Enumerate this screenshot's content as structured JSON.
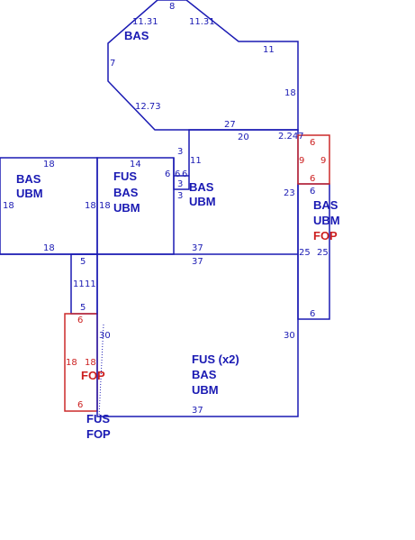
{
  "areas": [
    {
      "name": "top-octagon",
      "lines": [
        "BAS"
      ]
    },
    {
      "name": "left-square",
      "lines": [
        "BAS",
        "UBM"
      ]
    },
    {
      "name": "fus-middle",
      "lines": [
        "FUS",
        "BAS",
        "UBM"
      ]
    },
    {
      "name": "upper-right",
      "lines": [
        "BAS",
        "UBM"
      ]
    },
    {
      "name": "right-strip",
      "lines": [
        "BAS",
        "UBM",
        "FOP"
      ]
    },
    {
      "name": "small-red-left",
      "lines": [
        "FOP"
      ]
    },
    {
      "name": "main-lower",
      "lines": [
        "FUS (x2)",
        "BAS",
        "UBM"
      ]
    },
    {
      "name": "bottom-left",
      "lines": [
        "FUS",
        "FOP"
      ]
    }
  ],
  "dimensions": [
    {
      "text": "8",
      "color": "blue"
    },
    {
      "text": "11.31",
      "color": "blue"
    },
    {
      "text": "11.31",
      "color": "blue"
    },
    {
      "text": "11",
      "color": "blue"
    },
    {
      "text": "7",
      "color": "blue"
    },
    {
      "text": "18",
      "color": "blue"
    },
    {
      "text": "12.73",
      "color": "blue"
    },
    {
      "text": "27",
      "color": "blue"
    },
    {
      "text": "20",
      "color": "blue"
    },
    {
      "text": "2.247",
      "color": "blue"
    },
    {
      "text": "6",
      "color": "red"
    },
    {
      "text": "9",
      "color": "red"
    },
    {
      "text": "9",
      "color": "red"
    },
    {
      "text": "6",
      "color": "red"
    },
    {
      "text": "18",
      "color": "blue"
    },
    {
      "text": "14",
      "color": "blue"
    },
    {
      "text": "3",
      "color": "blue"
    },
    {
      "text": "11",
      "color": "blue"
    },
    {
      "text": "6",
      "color": "blue"
    },
    {
      "text": "6",
      "color": "blue"
    },
    {
      "text": "6",
      "color": "blue"
    },
    {
      "text": "3",
      "color": "blue"
    },
    {
      "text": "3",
      "color": "blue"
    },
    {
      "text": "23",
      "color": "blue"
    },
    {
      "text": "6",
      "color": "blue"
    },
    {
      "text": "18",
      "color": "blue"
    },
    {
      "text": "18",
      "color": "blue"
    },
    {
      "text": "18",
      "color": "blue"
    },
    {
      "text": "18",
      "color": "blue"
    },
    {
      "text": "37",
      "color": "blue"
    },
    {
      "text": "37",
      "color": "blue"
    },
    {
      "text": "25",
      "color": "blue"
    },
    {
      "text": "25",
      "color": "blue"
    },
    {
      "text": "5",
      "color": "blue"
    },
    {
      "text": "11",
      "color": "blue"
    },
    {
      "text": "11",
      "color": "blue"
    },
    {
      "text": "5",
      "color": "blue"
    },
    {
      "text": "6",
      "color": "blue"
    },
    {
      "text": "6",
      "color": "red"
    },
    {
      "text": "30",
      "color": "blue"
    },
    {
      "text": "30",
      "color": "blue"
    },
    {
      "text": "18",
      "color": "red"
    },
    {
      "text": "18",
      "color": "red"
    },
    {
      "text": "6",
      "color": "red"
    },
    {
      "text": "37",
      "color": "blue"
    }
  ]
}
